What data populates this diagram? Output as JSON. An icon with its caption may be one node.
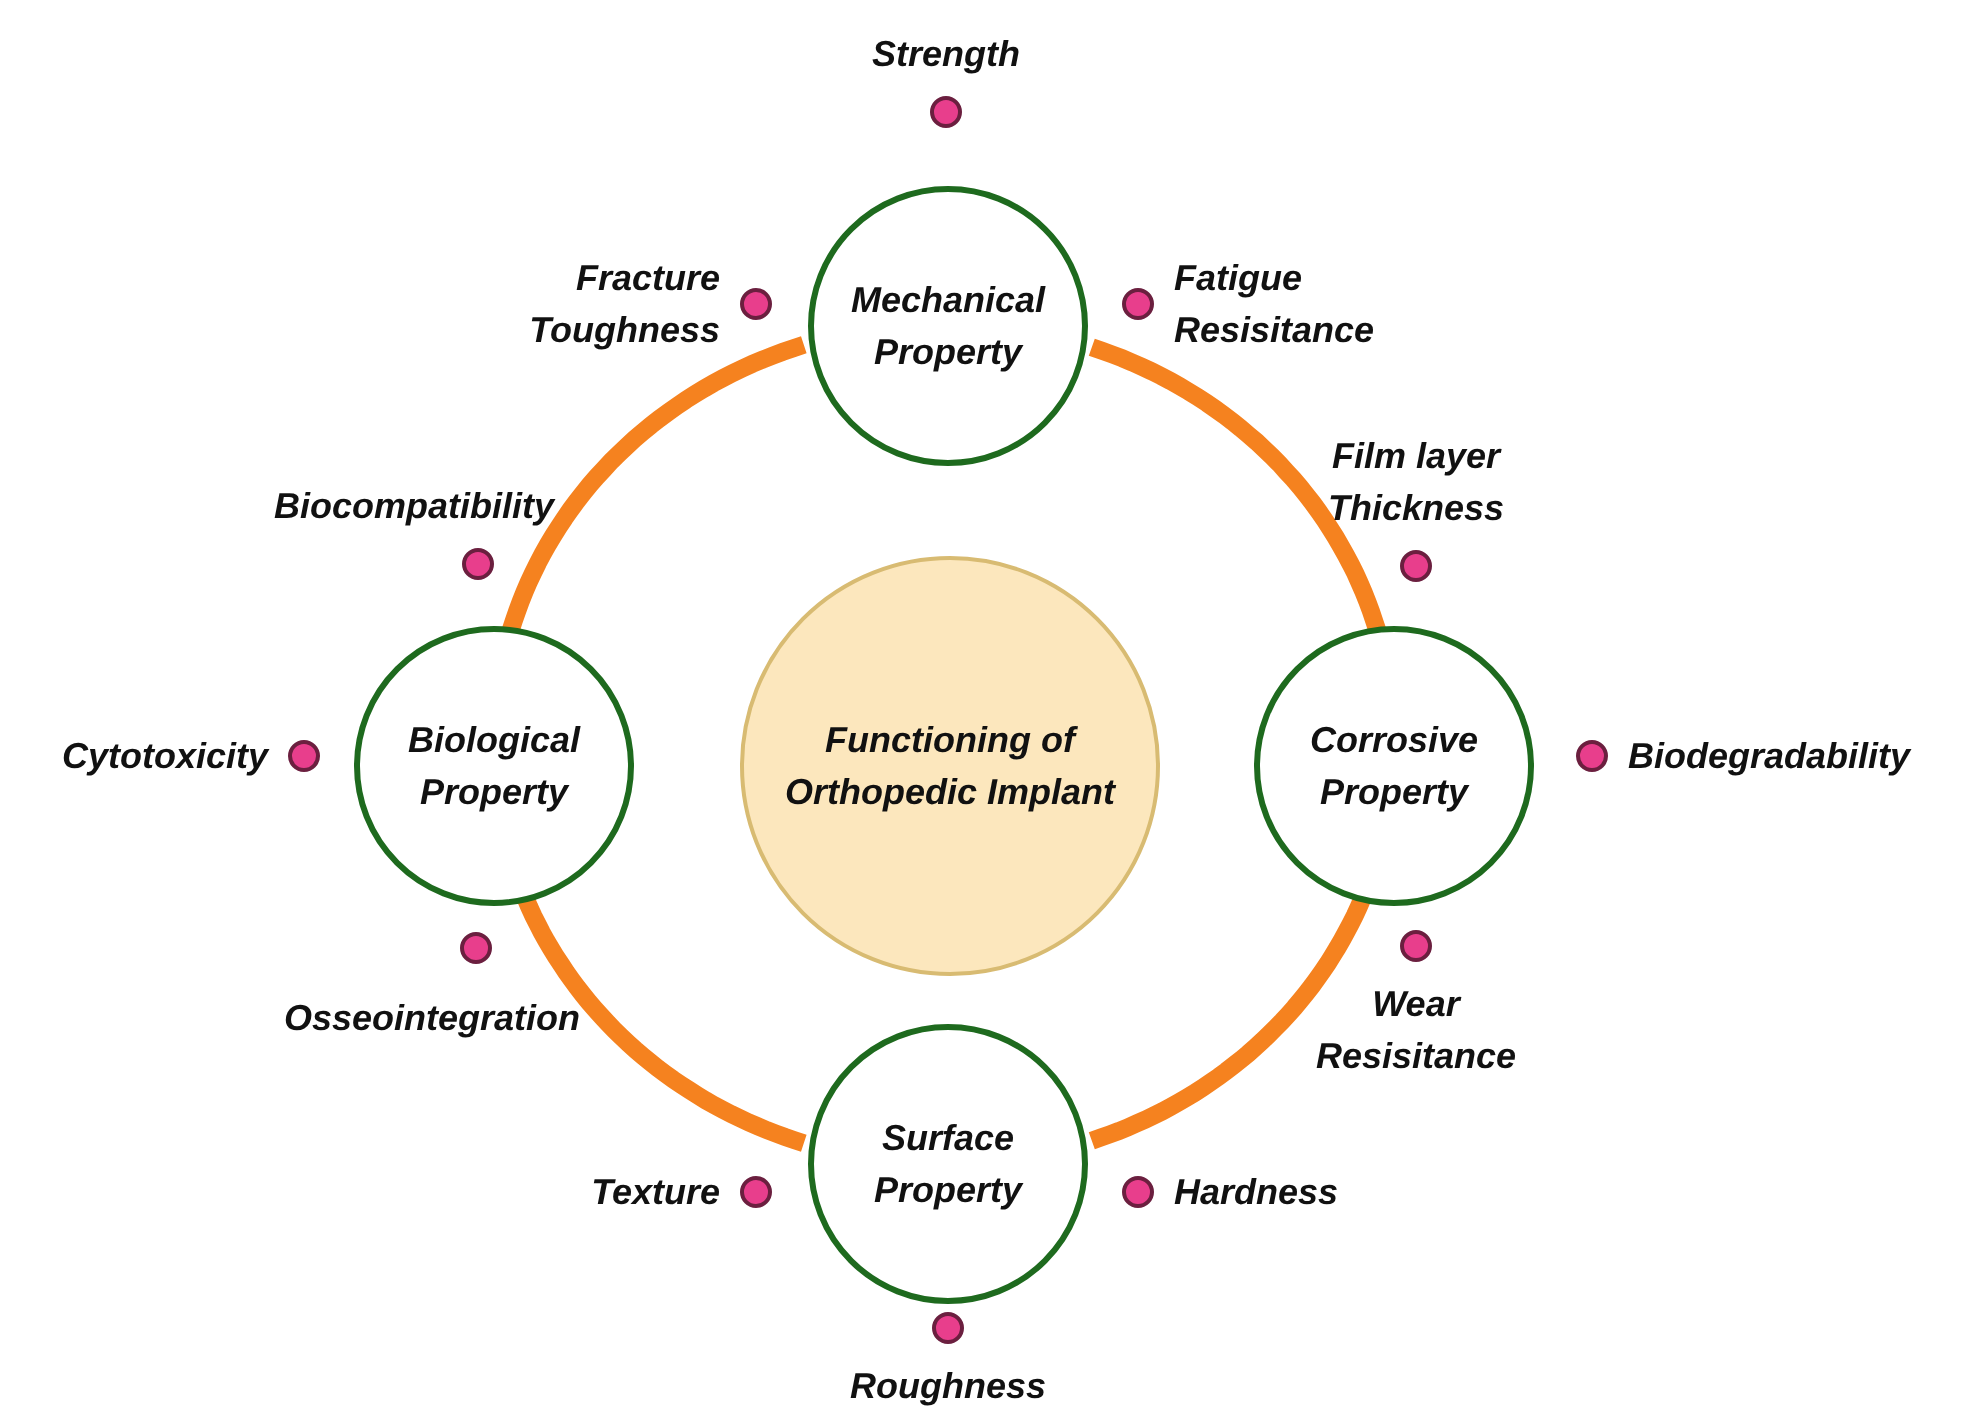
{
  "diagram": {
    "nodes": [
      {
        "text": [],
        "shape": "circle",
        "beside": [
          "Strength"
        ]
      },
      {
        "text": [],
        "shape": "circle",
        "beside": [
          "Fracture Toughness"
        ]
      },
      {
        "text": [
          "Mechanical Property"
        ]
      },
      {
        "text": [],
        "shape": "circle",
        "beside": [
          "Fatigue Resisitance"
        ]
      },
      {
        "text": [],
        "shape": "circle",
        "beside": [
          "Biocompatibility"
        ]
      },
      {
        "text": [],
        "shape": "circle",
        "beside": [
          "Film layer Thickness"
        ]
      },
      {
        "text": [],
        "shape": "circle",
        "beside": [
          "Cytotoxicity"
        ]
      },
      {
        "text": [
          "Biological Property"
        ]
      },
      {
        "text": [
          "Functioning of Orthopedic Implant"
        ]
      },
      {
        "text": [
          "Corrosive Property"
        ]
      },
      {
        "text": [],
        "shape": "circle",
        "beside": [
          "Biodegradability"
        ]
      },
      {
        "text": [],
        "shape": "circle",
        "beside": [
          "Osseointegration"
        ]
      },
      {
        "text": [],
        "shape": "circle",
        "beside": [
          "Wear Resisitance"
        ]
      },
      {
        "text": [
          "Surface Property"
        ]
      },
      {
        "text": [],
        "shape": "circle",
        "beside": [
          "Texture"
        ]
      },
      {
        "text": [],
        "shape": "circle",
        "beside": [
          "Hardness"
        ]
      },
      {
        "text": [],
        "shape": "circle",
        "beside": [
          "Roughness"
        ]
      }
    ],
    "edges": [
      {
        "from": 2,
        "to": 9,
        "arrow": "none"
      },
      {
        "from": 9,
        "to": 13,
        "arrow": "none"
      },
      {
        "from": 13,
        "to": 7,
        "arrow": "none"
      },
      {
        "from": 7,
        "to": 2,
        "arrow": "none"
      }
    ]
  }
}
